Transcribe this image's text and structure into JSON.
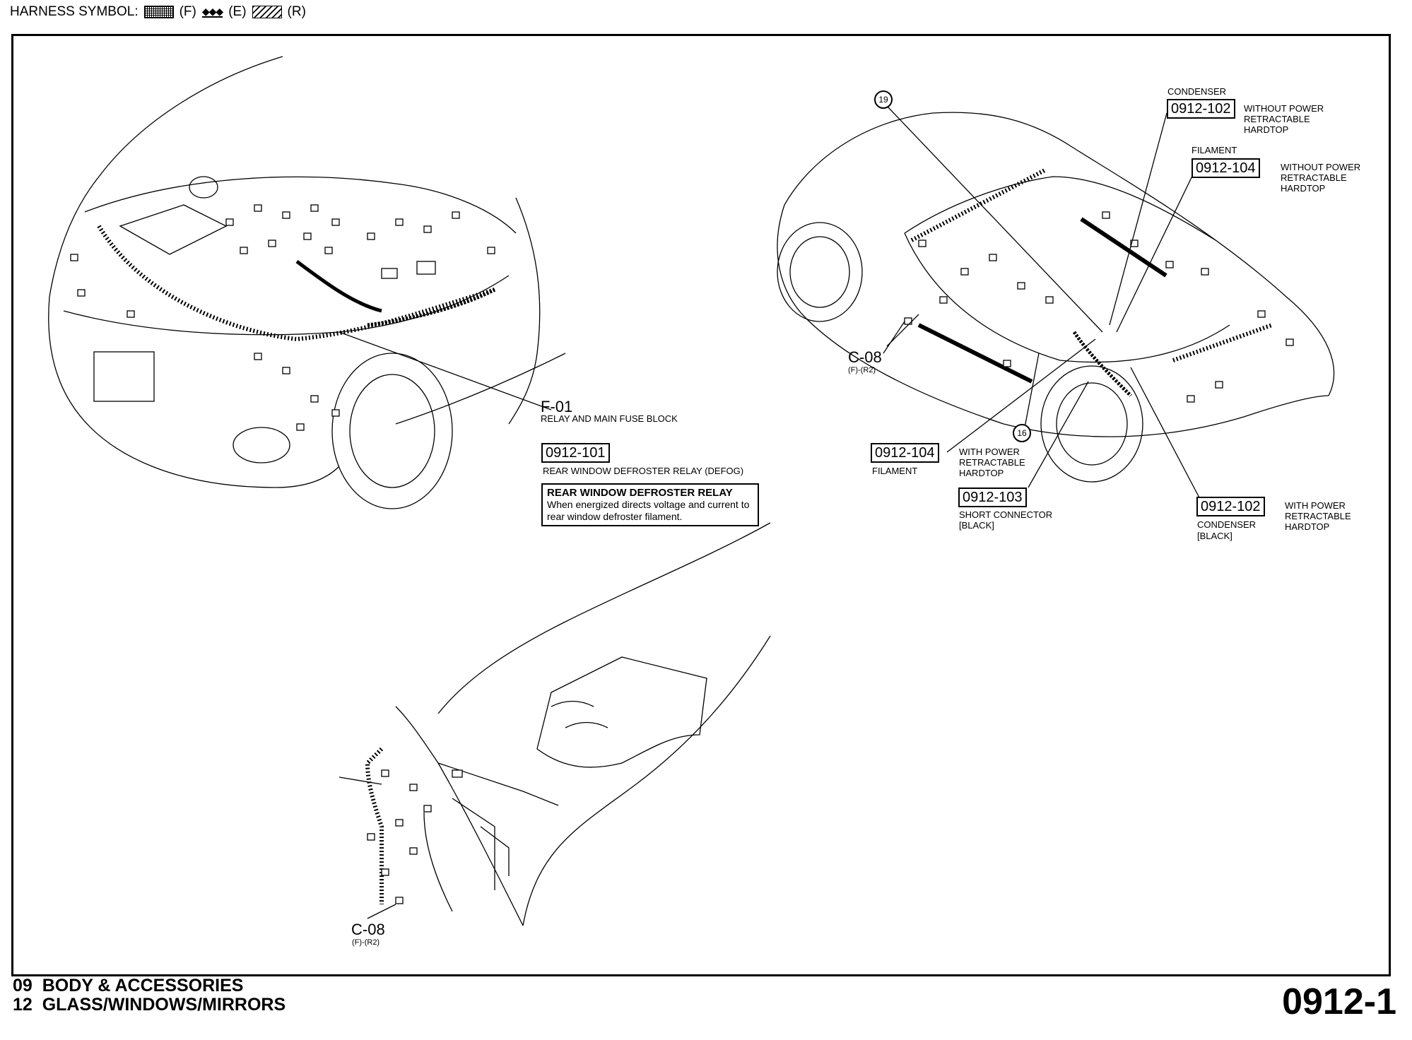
{
  "header": {
    "label": "HARNESS SYMBOL:",
    "symbols": [
      {
        "name": "pattern-f",
        "code": "(F)"
      },
      {
        "name": "pattern-e",
        "glyph": "◆◆◆",
        "code": "(E)"
      },
      {
        "name": "pattern-r",
        "code": "(R)"
      }
    ]
  },
  "callouts": {
    "f01_id": "F-01",
    "f01_text": "RELAY AND MAIN FUSE BLOCK",
    "c101_code": "0912-101",
    "c101_text": "REAR WINDOW DEFROSTER RELAY (DEFOG)",
    "relay_title": "REAR WINDOW DEFROSTER RELAY",
    "relay_desc": "When energized directs voltage and current to rear window defroster filament.",
    "c08_top_id": "C-08",
    "c08_top_sub": "(F)-(R2)",
    "c08_bot_id": "C-08",
    "c08_bot_sub": "(F)-(R2)",
    "circle_19": "19",
    "circle_16": "16",
    "cond_top_title": "CONDENSER",
    "cond_top_code": "0912-102",
    "cond_top_note": "WITHOUT POWER RETRACTABLE HARDTOP",
    "fil_top_title": "FILAMENT",
    "fil_top_code": "0912-104",
    "fil_top_note": "WITHOUT POWER RETRACTABLE HARDTOP",
    "fil_bot_code": "0912-104",
    "fil_bot_title": "FILAMENT",
    "fil_bot_note": "WITH POWER RETRACTABLE HARDTOP",
    "short_code": "0912-103",
    "short_text": "SHORT CONNECTOR [BLACK]",
    "cond_bot_code": "0912-102",
    "cond_bot_title": "CONDENSER",
    "cond_bot_sub": "[BLACK]",
    "cond_bot_note": "WITH POWER RETRACTABLE HARDTOP"
  },
  "footer": {
    "line1": "09  BODY & ACCESSORIES",
    "line2": "12  GLASS/WINDOWS/MIRRORS",
    "page": "0912-1"
  }
}
